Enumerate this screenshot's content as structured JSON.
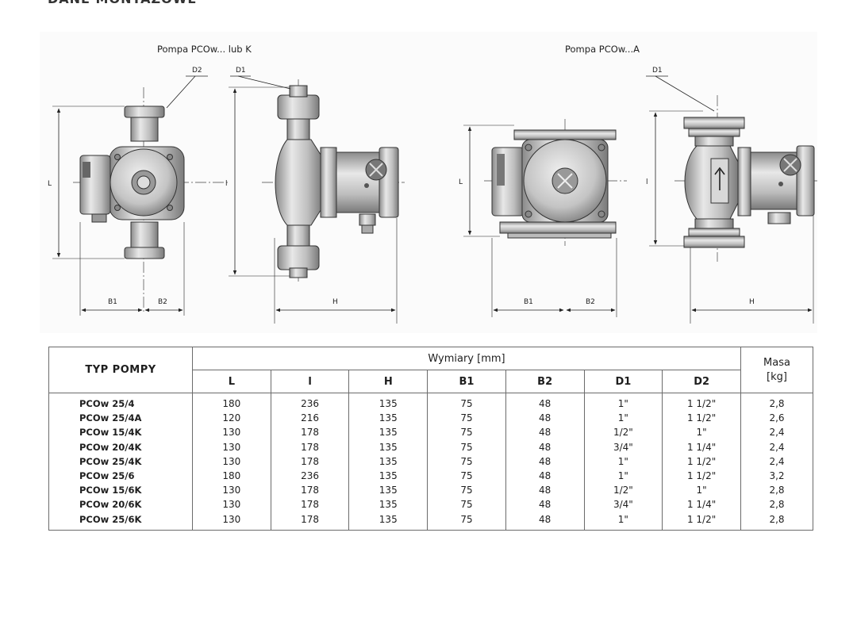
{
  "section_title": "DANE MONTAŻOWE",
  "left_diagram": {
    "title": "Pompa PCOw... lub K",
    "labels": {
      "d2": "D2",
      "d1": "D1",
      "l": "L",
      "l_small": "l",
      "b1": "B1",
      "b2": "B2",
      "h": "H"
    }
  },
  "right_diagram": {
    "title": "Pompa PCOw...A",
    "labels": {
      "d1": "D1",
      "l": "L",
      "l_small": "l",
      "b1": "B1",
      "b2": "B2",
      "h": "H"
    }
  },
  "table": {
    "type_header": "TYP POMPY",
    "dimensions_header": "Wymiary [mm]",
    "mass_header_line1": "Masa",
    "mass_header_line2": "[kg]",
    "columns": [
      "L",
      "l",
      "H",
      "B1",
      "B2",
      "D1",
      "D2"
    ],
    "rows": [
      {
        "type": "PCOw 25/4",
        "L": "180",
        "l": "236",
        "H": "135",
        "B1": "75",
        "B2": "48",
        "D1": "1\"",
        "D2": "1 1/2\"",
        "mass": "2,8"
      },
      {
        "type": "PCOw 25/4A",
        "L": "120",
        "l": "216",
        "H": "135",
        "B1": "75",
        "B2": "48",
        "D1": "1\"",
        "D2": "1 1/2\"",
        "mass": "2,6"
      },
      {
        "type": "PCOw 15/4K",
        "L": "130",
        "l": "178",
        "H": "135",
        "B1": "75",
        "B2": "48",
        "D1": "1/2\"",
        "D2": "1\"",
        "mass": "2,4"
      },
      {
        "type": "PCOw 20/4K",
        "L": "130",
        "l": "178",
        "H": "135",
        "B1": "75",
        "B2": "48",
        "D1": "3/4\"",
        "D2": "1 1/4\"",
        "mass": "2,4"
      },
      {
        "type": "PCOw 25/4K",
        "L": "130",
        "l": "178",
        "H": "135",
        "B1": "75",
        "B2": "48",
        "D1": "1\"",
        "D2": "1 1/2\"",
        "mass": "2,4"
      },
      {
        "type": "PCOw 25/6",
        "L": "180",
        "l": "236",
        "H": "135",
        "B1": "75",
        "B2": "48",
        "D1": "1\"",
        "D2": "1 1/2\"",
        "mass": "3,2"
      },
      {
        "type": "PCOw 15/6K",
        "L": "130",
        "l": "178",
        "H": "135",
        "B1": "75",
        "B2": "48",
        "D1": "1/2\"",
        "D2": "1\"",
        "mass": "2,8"
      },
      {
        "type": "PCOw 20/6K",
        "L": "130",
        "l": "178",
        "H": "135",
        "B1": "75",
        "B2": "48",
        "D1": "3/4\"",
        "D2": "1 1/4\"",
        "mass": "2,8"
      },
      {
        "type": "PCOw 25/6K",
        "L": "130",
        "l": "178",
        "H": "135",
        "B1": "75",
        "B2": "48",
        "D1": "1\"",
        "D2": "1 1/2\"",
        "mass": "2,8"
      }
    ]
  }
}
